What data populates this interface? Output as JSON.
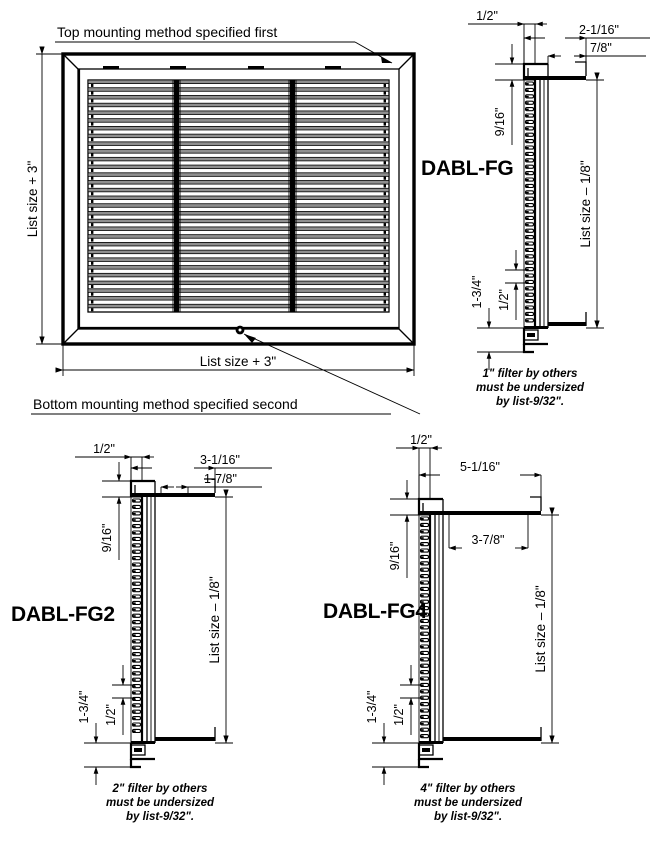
{
  "drawing": {
    "title_note_top": "Top mounting method specified first",
    "title_note_bottom": "Bottom mounting method specified second"
  },
  "front_view": {
    "name": "filter-grille-front-view",
    "dim_height": "List size + 3\"",
    "dim_width": "List size + 3\"",
    "louver_count": 30
  },
  "views": [
    {
      "id": "fg",
      "model": "DABL-FG",
      "note_lines": [
        "1\" filter by others",
        "must be undersized",
        "by list-9/32\"."
      ],
      "dims": {
        "offset_top": "1/2\"",
        "overall_depth": "2-1/16\"",
        "inner_depth": "7/8\"",
        "frame_height": "9/16\"",
        "bottom_large": "1-3/4\"",
        "bottom_small": "1/2\"",
        "height": "List size – 1/8\""
      }
    },
    {
      "id": "fg2",
      "model": "DABL-FG2",
      "note_lines": [
        "2\" filter by others",
        "must be undersized",
        "by list-9/32\"."
      ],
      "dims": {
        "offset_top": "1/2\"",
        "overall_depth": "3-1/16\"",
        "inner_depth": "1-7/8\"",
        "frame_height": "9/16\"",
        "bottom_large": "1-3/4\"",
        "bottom_small": "1/2\"",
        "height": "List size – 1/8\""
      }
    },
    {
      "id": "fg4",
      "model": "DABL-FG4",
      "note_lines": [
        "4\" filter by others",
        "must be undersized",
        "by list-9/32\"."
      ],
      "dims": {
        "offset_top": "1/2\"",
        "overall_depth": "5-1/16\"",
        "inner_depth": "3-7/8\"",
        "frame_height": "9/16\"",
        "bottom_large": "1-3/4\"",
        "bottom_small": "1/2\"",
        "height": "List size – 1/8\""
      }
    }
  ],
  "colors": {
    "line": "#000000",
    "shade": "#9a9a9a",
    "background": "#ffffff"
  }
}
